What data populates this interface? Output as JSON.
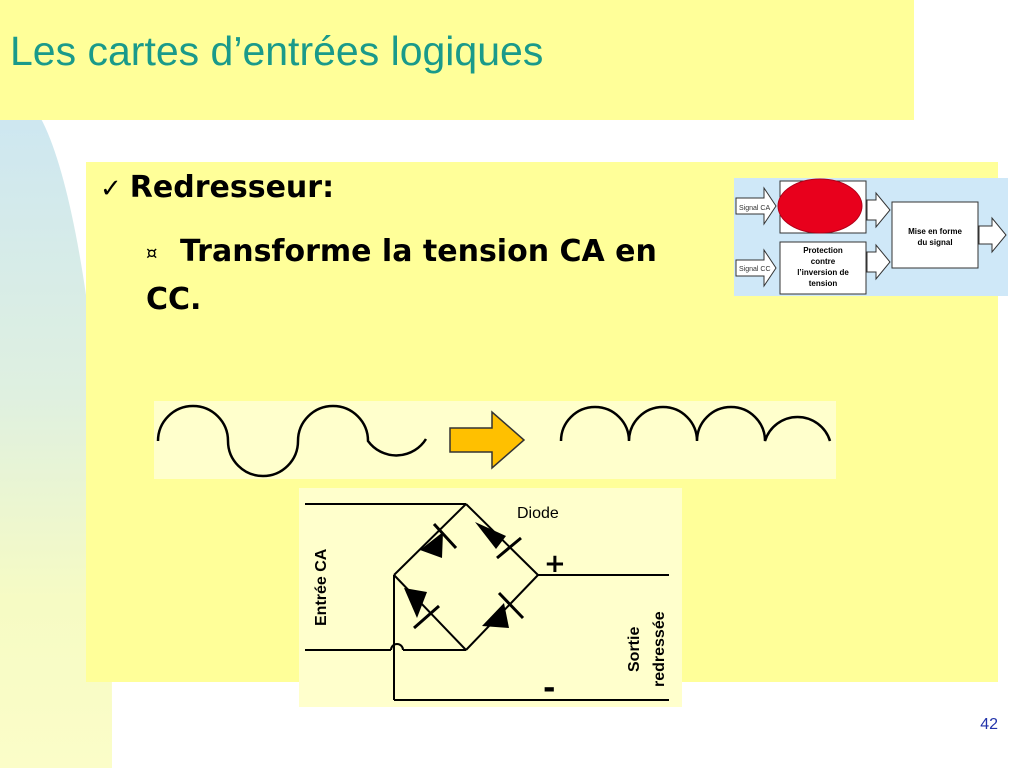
{
  "slide": {
    "title": "Les cartes d’entrées logiques",
    "page_number": "42"
  },
  "bullets": {
    "main": "Redresseur:",
    "sub_line1": "Transforme la tension CA en",
    "sub_line2": "CC."
  },
  "block_diagram": {
    "signal_ca": "Signal CA",
    "signal_cc": "Signal CC",
    "protection_line1": "Protection",
    "protection_line2": "contre",
    "protection_line3": "l’inversion de",
    "protection_line4": "tension",
    "mise_line1": "Mise en forme",
    "mise_line2": "du signal",
    "highlight_color": "#e8001c"
  },
  "circuit": {
    "input_label": "Entrée CA",
    "diode_label": "Diode",
    "plus": "+",
    "minus": "-",
    "output_line1": "Sortie",
    "output_line2": "redressée"
  },
  "colors": {
    "title": "#1a9a8a",
    "title_band": "#ffff99",
    "panel": "#ffff99",
    "arrow": "#ffc000",
    "page_number": "#2233aa"
  }
}
